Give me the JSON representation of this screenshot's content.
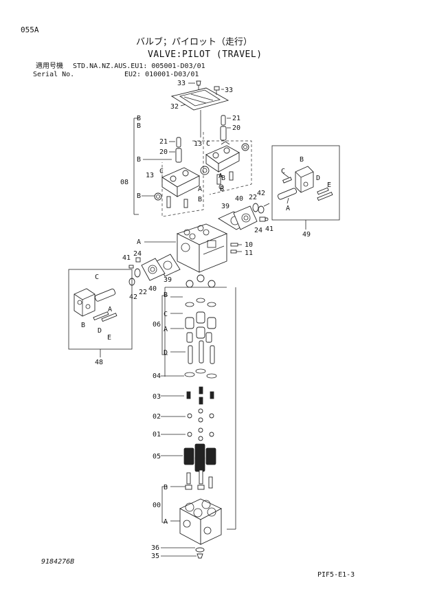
{
  "page": {
    "code": "055A",
    "title_jp": "バルブ；パイロット（走行）",
    "title_en": "VALVE:PILOT (TRAVEL)",
    "applicable_label": "適用号機",
    "applicable_models": "STD.NA.NZ.AUS.EU1: 005001-D03/01",
    "serial_label": "Serial No.",
    "serial_eu2": "EU2: 010001-D03/01",
    "figure_number": "9184276B",
    "page_ref": "PIF5-E1-3"
  },
  "callouts": {
    "c33a": "33",
    "c33b": "33",
    "c32": "32",
    "c21a": "21",
    "c20a": "20",
    "c21b": "21",
    "c20b": "20",
    "c13a": "13",
    "c13b": "13",
    "c08": "08",
    "c06": "06",
    "c04": "04",
    "c03": "03",
    "c02": "02",
    "c01": "01",
    "c05": "05",
    "c00": "00",
    "c39a": "39",
    "c40a": "40",
    "c42a": "42",
    "c22a": "22",
    "c24a": "24",
    "c41a": "41",
    "c10": "10",
    "c11": "11",
    "c41b": "41",
    "c24b": "24",
    "c40b": "40",
    "c39b": "39",
    "c42b": "42",
    "c22b": "22",
    "c49": "49",
    "c48": "48",
    "c36": "36",
    "c35": "35"
  },
  "letters": {
    "A": "A",
    "B": "B",
    "C": "C",
    "D": "D",
    "E": "E"
  }
}
